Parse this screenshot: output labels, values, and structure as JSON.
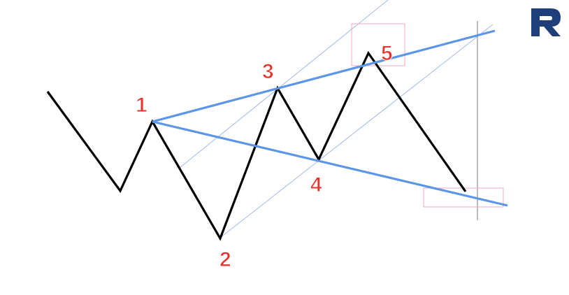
{
  "diagram": {
    "wave_labels": [
      "1",
      "2",
      "3",
      "4",
      "5"
    ]
  },
  "colors": {
    "wave": "#000000",
    "trendline": "#5b96e8",
    "guide": "#9fbbe6",
    "target_box": "#f1a9c2",
    "label": "#e8332c",
    "vertical_line": "#7a7a7a",
    "logo": "#1f3f7a"
  },
  "logo": {
    "icon": "roboforex-logo-icon"
  }
}
